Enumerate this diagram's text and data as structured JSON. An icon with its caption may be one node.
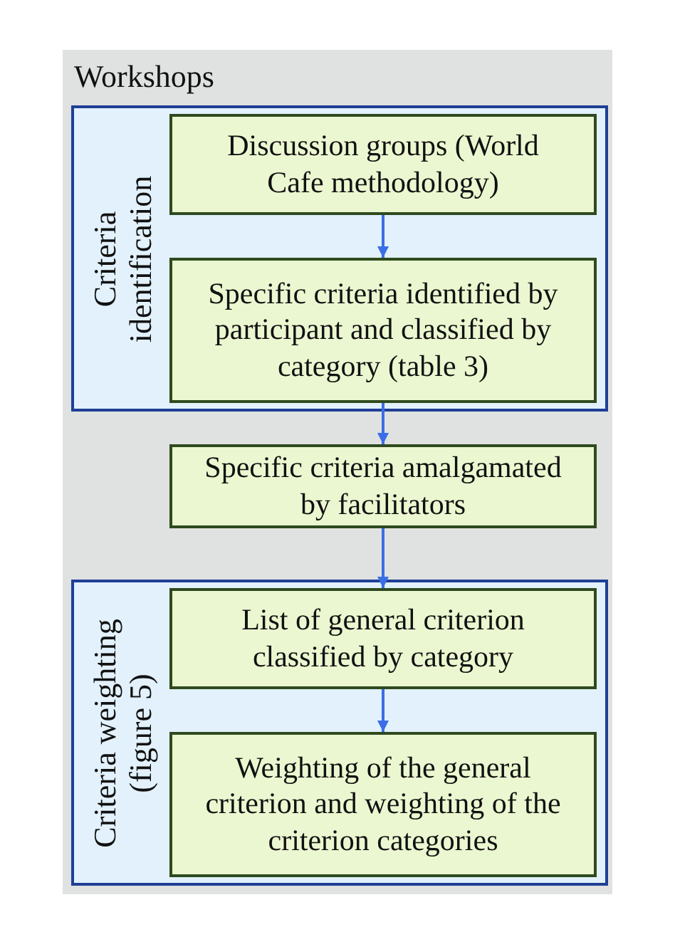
{
  "diagram": {
    "nodes": [
      {
        "text": [
          "Workshops"
        ]
      },
      {
        "text": [
          "Criteria identification"
        ],
        "in": 0
      },
      {
        "text": [
          "Discussion groups (World Cafe methodology)"
        ],
        "in": 1
      },
      {
        "text": [
          "Specific criteria identified by participant and classified by category (table 3)"
        ],
        "in": 1
      },
      {
        "text": [
          "Specific criteria amalgamated by facilitators"
        ],
        "in": 0
      },
      {
        "text": [
          "Criteria weighting (figure 5)"
        ],
        "in": 0
      },
      {
        "text": [
          "List of general criterion classified by category"
        ],
        "in": 5
      },
      {
        "text": [
          "Weighting of the general criterion and weighting of the criterion categories"
        ],
        "in": 5
      }
    ],
    "edges": [
      {
        "from": 2,
        "to": 3,
        "arrow": "to"
      },
      {
        "from": 3,
        "to": 4,
        "arrow": "to"
      },
      {
        "from": 4,
        "to": 6,
        "arrow": "to"
      },
      {
        "from": 6,
        "to": 7,
        "arrow": "to"
      }
    ]
  }
}
